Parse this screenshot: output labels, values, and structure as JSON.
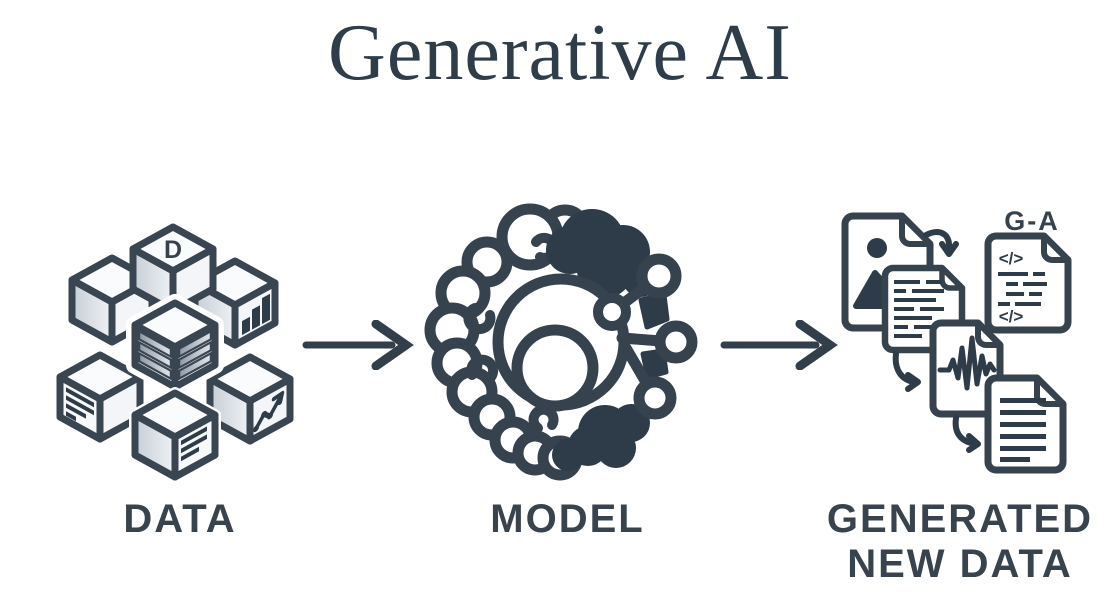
{
  "title": "Generative AI",
  "colors": {
    "ink": "#37424f",
    "ink_fill": "#2e3b48",
    "background": "#ffffff",
    "cube_face_light": "#f6f8fa",
    "cube_face_shade": "#c9d0d8"
  },
  "stages": [
    {
      "id": "data",
      "label": "DATA",
      "icon": "data-cubes-icon",
      "cube_letter": "D"
    },
    {
      "id": "model",
      "label": "MODEL",
      "icon": "brain-circuit-icon"
    },
    {
      "id": "generated",
      "label_line1": "GENERATED",
      "label_line2": "NEW DATA",
      "icon": "generated-documents-icon",
      "badge": "G-A",
      "code_top": "</>",
      "code_bottom": "</>"
    }
  ],
  "arrows": [
    {
      "id": "data-to-model",
      "direction": "right"
    },
    {
      "id": "model-to-generated",
      "direction": "right"
    }
  ]
}
